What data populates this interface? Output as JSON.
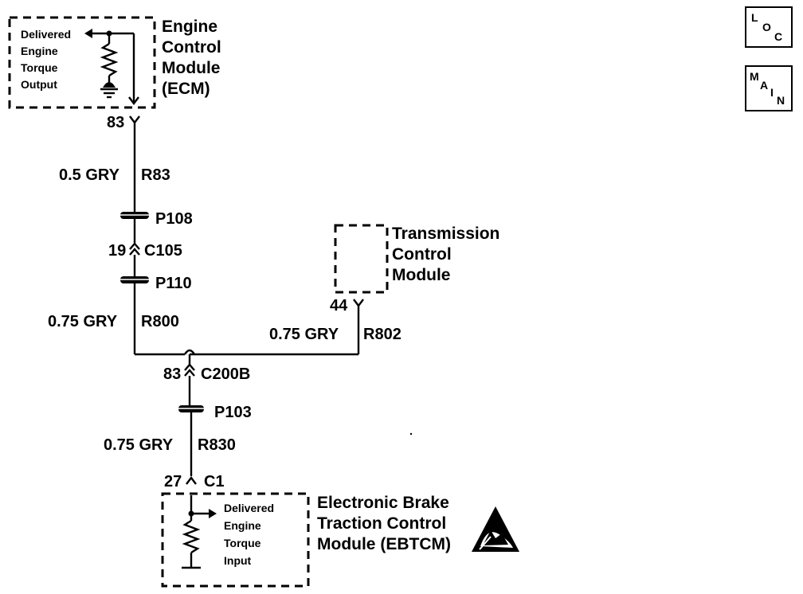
{
  "nav": {
    "loc": {
      "l": "L",
      "o": "O",
      "c": "C"
    },
    "main": {
      "m": "M",
      "a": "A",
      "i": "I",
      "n": "N"
    }
  },
  "ecm": {
    "name_lines": [
      "Engine",
      "Control",
      "Module",
      "(ECM)"
    ],
    "internal_lines": [
      "Delivered",
      "Engine",
      "Torque",
      "Output"
    ],
    "pin": "83"
  },
  "wires": {
    "ecm_wire": {
      "gauge_color": "0.5 GRY",
      "circuit": "R83"
    },
    "mid_wire": {
      "gauge_color": "0.75 GRY",
      "circuit": "R800"
    },
    "tcm_wire": {
      "gauge_color": "0.75 GRY",
      "circuit": "R802"
    },
    "ebtcm_wire": {
      "gauge_color": "0.75 GRY",
      "circuit": "R830"
    }
  },
  "connectors": {
    "p108": "P108",
    "c105": {
      "pin": "19",
      "name": "C105"
    },
    "p110": "P110",
    "c200b": {
      "pin": "83",
      "name": "C200B"
    },
    "p103": "P103",
    "c1": {
      "pin": "27",
      "name": "C1"
    }
  },
  "tcm": {
    "name_lines": [
      "Transmission",
      "Control",
      "Module"
    ],
    "pin": "44"
  },
  "ebtcm": {
    "name_lines": [
      "Electronic Brake",
      "Traction Control",
      "Module (EBTCM)"
    ],
    "internal_lines": [
      "Delivered",
      "Engine",
      "Torque",
      "Input"
    ],
    "esd_icon": "esd-warning-icon"
  }
}
